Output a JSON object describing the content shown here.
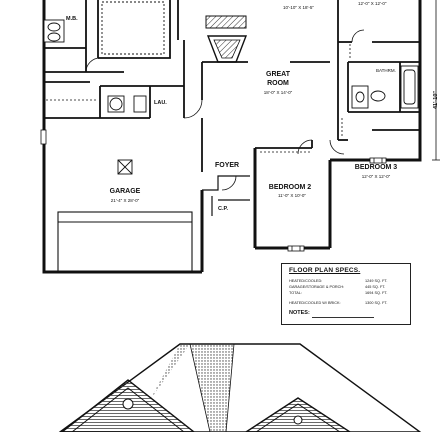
{
  "rooms": {
    "mb": {
      "name": "M.B."
    },
    "great_room": {
      "name_line1": "GREAT",
      "name_line2": "ROOM",
      "dims": "18'-0\" X 14'-0\""
    },
    "great_room_top_dims": "10'-10\" X 18'-5\"",
    "top_right_dims": "12'-0\" X 12'-0\"",
    "bath": {
      "name": "BATHRM."
    },
    "lau": {
      "name": "LAU."
    },
    "foyer": {
      "name": "FOYER"
    },
    "garage": {
      "name": "GARAGE",
      "dims": "21'-4\" X 28'-0\""
    },
    "bedroom2": {
      "name": "BEDROOM 2",
      "dims": "11'-0\" X 10'-0\""
    },
    "bedroom3": {
      "name": "BEDROOM 3",
      "dims": "12'-0\" X 12'-0\""
    },
    "cp": {
      "name": "C.P."
    },
    "overall_dim": "41'-10\""
  },
  "specs": {
    "title": "FLOOR PLAN SPECS.",
    "rows": [
      {
        "label": "HEATED/COOLED:",
        "value": "1249 SQ. FT."
      },
      {
        "label": "GARAGE/STORAGE & PORCH:",
        "value": "445 SQ. FT."
      },
      {
        "label": "TOTAL:",
        "value": "1694 SQ. FT."
      },
      {
        "label": "HEATED/COOLED W/ BRICK:",
        "value": "1300 SQ. FT."
      }
    ],
    "notes_label": "NOTES:"
  }
}
